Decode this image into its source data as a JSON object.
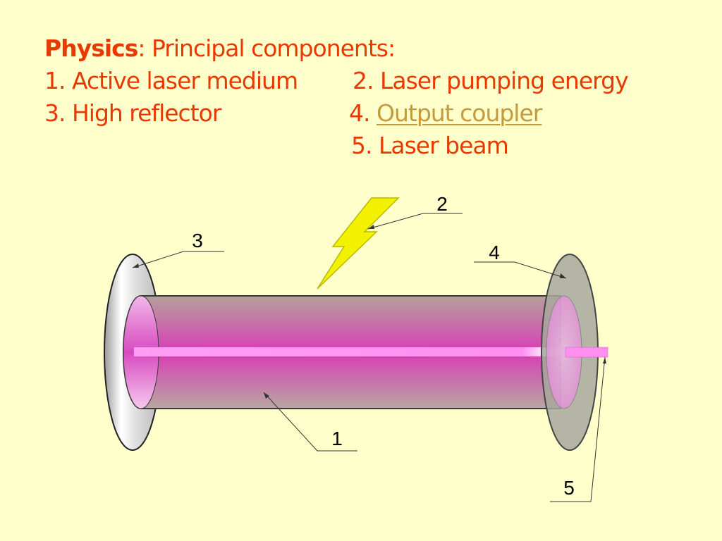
{
  "title": {
    "heading_bold": "Physics",
    "heading_rest": ": Principal components:",
    "item1": "1. Active laser medium",
    "item2": "2. Laser pumping energy",
    "item3": "3. High reflector",
    "item4_prefix": "4. ",
    "item4_link": "Output coupler",
    "item5": "5. Laser beam"
  },
  "diagram": {
    "labels": {
      "n1": "1",
      "n2": "2",
      "n3": "3",
      "n4": "4",
      "n5": "5"
    },
    "colors": {
      "background": "#ffffcc",
      "medium": "#d63db4",
      "beam": "#ff8ff0",
      "bolt": "#f2f200",
      "reflector": "#dcdcdc",
      "coupler": "#a8a8a0"
    }
  }
}
